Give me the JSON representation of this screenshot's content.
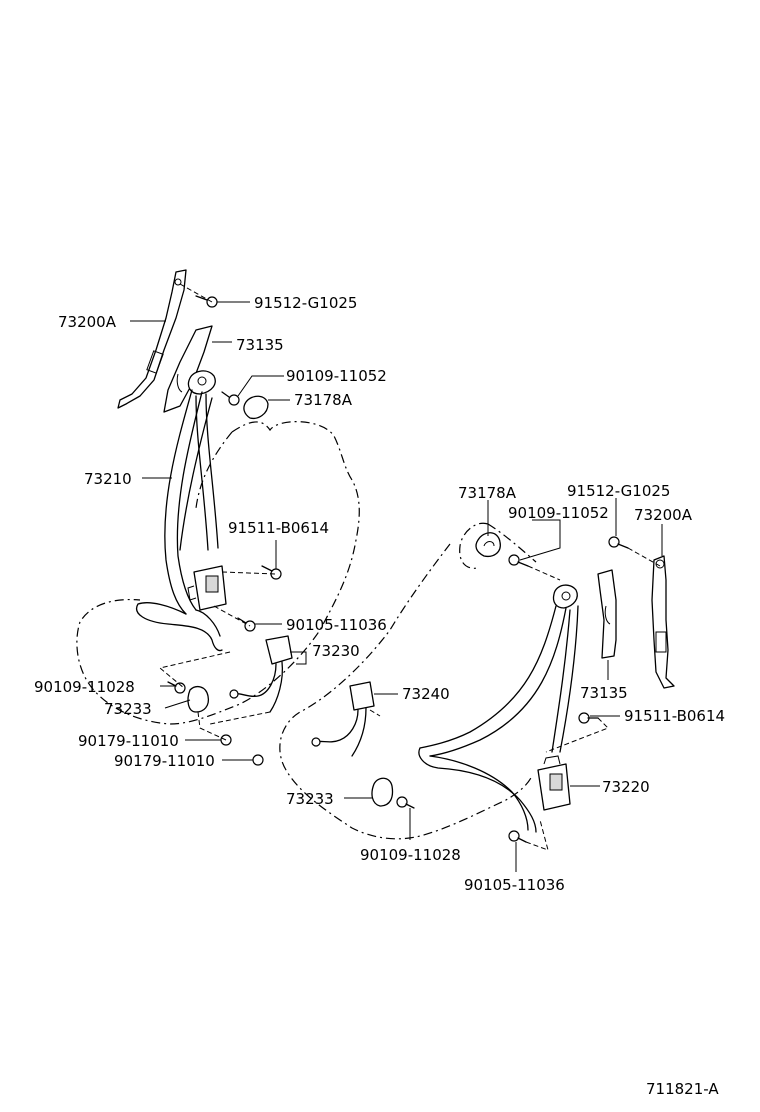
{
  "diagram": {
    "reference_code": "711821-A",
    "callouts": {
      "left_anchor_plate": "73200A",
      "left_bolt_top": "91512-G1025",
      "left_cover": "73135",
      "left_bolt_upper": "90109-11052",
      "left_cap": "73178A",
      "left_belt_assembly": "73210",
      "left_bolt_retractor": "91511-B0614",
      "left_bolt_lower": "90105-11036",
      "left_buckle": "73230",
      "left_bolt_floor": "90109-11028",
      "left_buckle_cover": "73233",
      "left_nut_a": "90179-11010",
      "left_nut_b": "90179-11010",
      "right_cap": "73178A",
      "right_bolt_top": "91512-G1025",
      "right_bolt_upper": "90109-11052",
      "right_anchor_plate": "73200A",
      "right_cover": "73135",
      "right_bolt_retractor": "91511-B0614",
      "right_buckle": "73240",
      "right_belt_assembly": "73220",
      "right_buckle_cover": "73233",
      "right_bolt_floor": "90109-11028",
      "right_bolt_lower": "90105-11036"
    }
  }
}
